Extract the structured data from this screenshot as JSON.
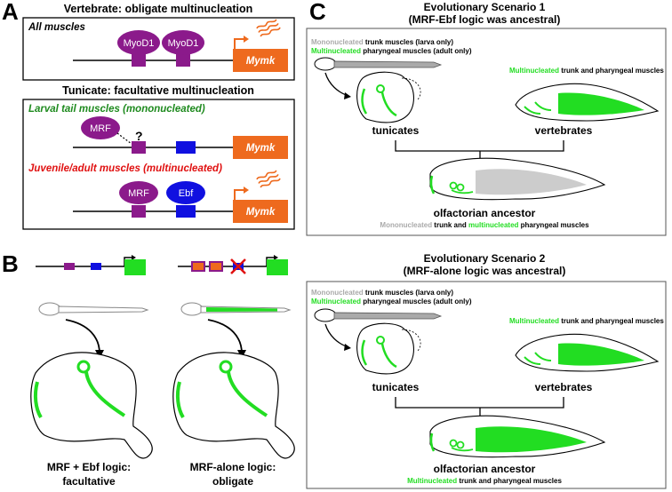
{
  "colors": {
    "purple": "#8b1a8b",
    "blue": "#1010e0",
    "orange": "#ee6a1e",
    "green": "#22dd22",
    "gray": "#aaaaaa",
    "dark_green": "#1e8a1e",
    "red": "#e01010"
  },
  "panelA": {
    "letter": "A",
    "vert_title": "Vertebrate: obligate multinucleation",
    "all_muscles": "All muscles",
    "myod1_a": "MyoD1",
    "myod1_b": "MyoD1",
    "mymk_1": "Mymk",
    "tun_title": "Tunicate: facultative multinucleation",
    "larval_label": "Larval tail muscles (mononucleated)",
    "mrf_1": "MRF",
    "question": "?",
    "mymk_2": "Mymk",
    "juvenile_label": "Juvenile/adult muscles (multinucleated)",
    "mrf_2": "MRF",
    "ebf": "Ebf",
    "mymk_3": "Mymk"
  },
  "panelB": {
    "letter": "B",
    "left_caption_1": "MRF + Ebf logic:",
    "left_caption_2": "facultative",
    "right_caption_1": "MRF-alone logic:",
    "right_caption_2": "obligate"
  },
  "panelC": {
    "letter": "C",
    "s1_title_1": "Evolutionary Scenario 1",
    "s1_title_2": "(MRF-Ebf logic was ancestral)",
    "s1_legend1_a": "Mononucleated",
    "s1_legend1_b": " trunk muscles (larva only)",
    "s1_legend2_a": "Multinucleated",
    "s1_legend2_b": " pharyngeal muscles (adult only)",
    "s1_vert_a": "Multinucleated",
    "s1_vert_b": " trunk and pharyngeal muscles",
    "s1_tunicates": "tunicates",
    "s1_vertebrates": "vertebrates",
    "s1_ancestor": "olfactorian ancestor",
    "s1_anc_a": "Mononucleated",
    "s1_anc_b": " trunk and ",
    "s1_anc_c": "multinucleated",
    "s1_anc_d": " pharyngeal muscles",
    "s2_title_1": "Evolutionary Scenario 2",
    "s2_title_2": "(MRF-alone logic was ancestral)",
    "s2_legend1_a": "Mononucleated",
    "s2_legend1_b": " trunk muscles (larva only)",
    "s2_legend2_a": "Multinucleated",
    "s2_legend2_b": " pharyngeal muscles (adult only)",
    "s2_vert_a": "Multinucleated",
    "s2_vert_b": " trunk and pharyngeal muscles",
    "s2_tunicates": "tunicates",
    "s2_vertebrates": "vertebrates",
    "s2_ancestor": "olfactorian ancestor",
    "s2_anc_a": "Multinucleated",
    "s2_anc_b": " trunk and pharyngeal muscles"
  }
}
